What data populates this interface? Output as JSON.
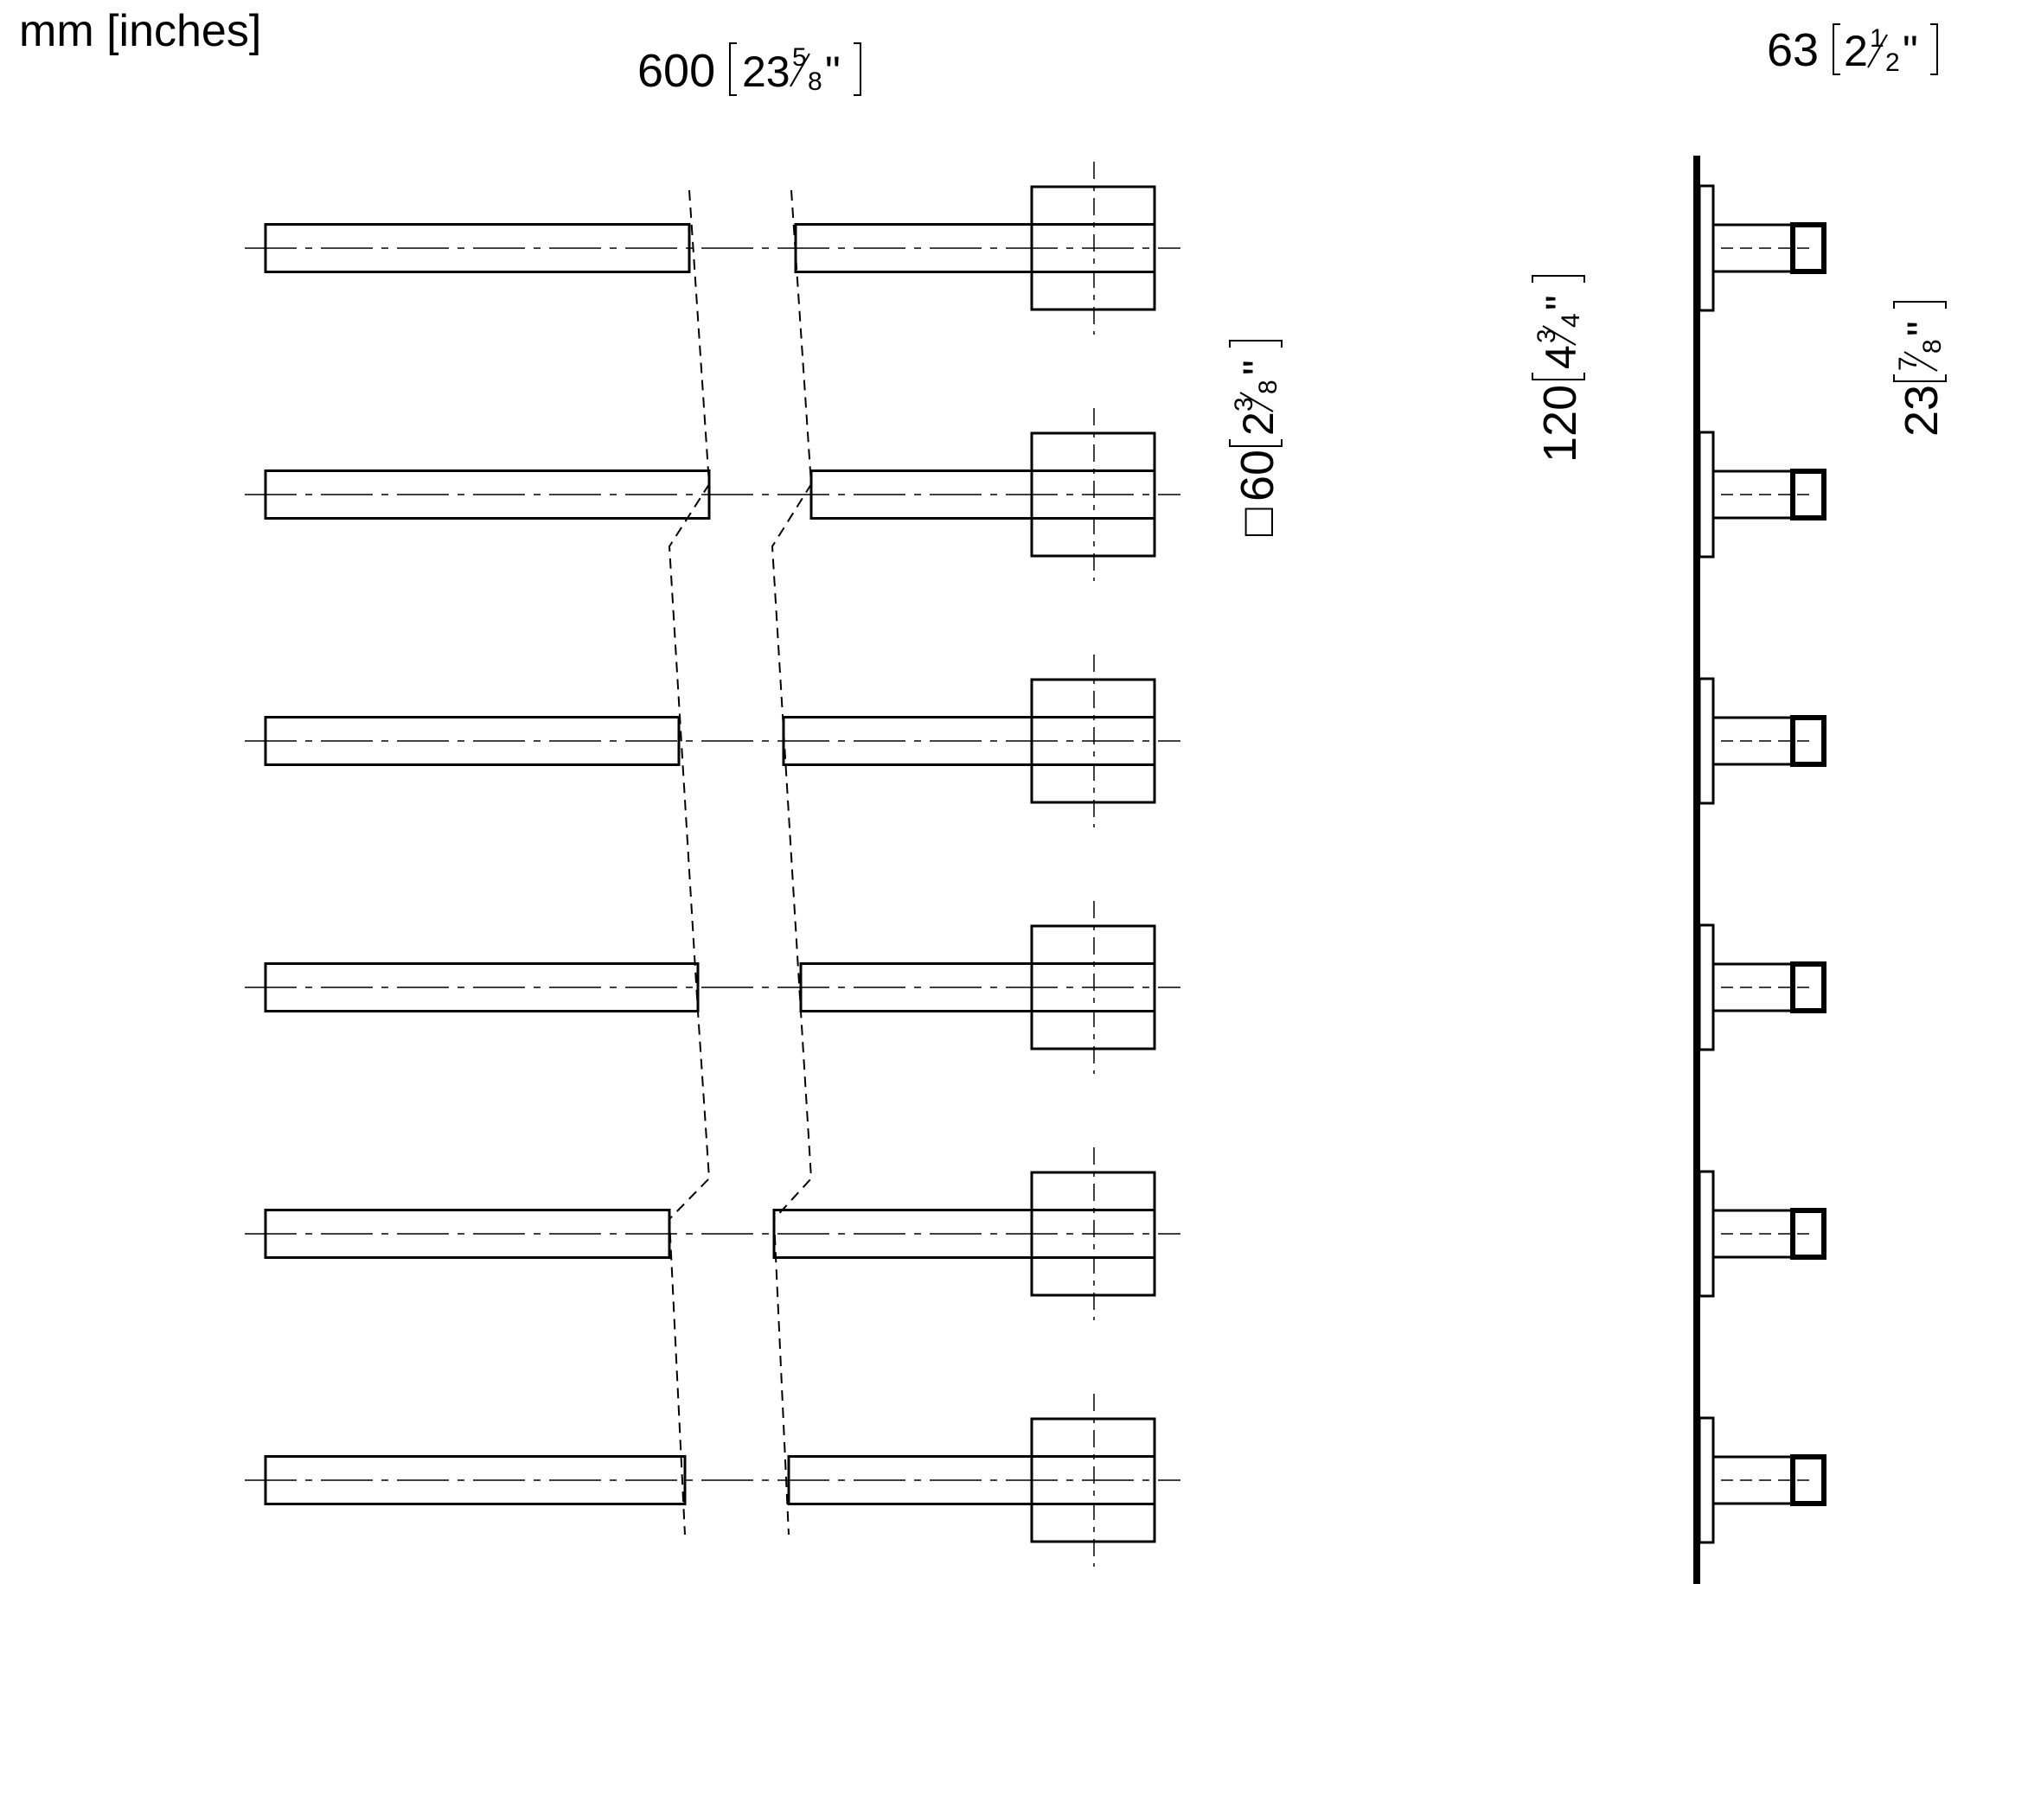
{
  "units_label": "mm [inches]",
  "dimensions": {
    "overall_width": {
      "mm": "600",
      "inch_whole": "23",
      "inch_num": "5",
      "inch_den": "8"
    },
    "mount_square": {
      "prefix": "□",
      "mm": "60",
      "inch_whole": "2",
      "inch_num": "3",
      "inch_den": "8"
    },
    "projection": {
      "mm": "63",
      "inch_whole": "2",
      "inch_num": "1",
      "inch_den": "2"
    },
    "spacing": {
      "mm": "120",
      "inch_whole": "4",
      "inch_num": "3",
      "inch_den": "4"
    },
    "bar_size": {
      "mm": "23",
      "inch_num": "7",
      "inch_den": "8"
    }
  },
  "bar_count": 6
}
